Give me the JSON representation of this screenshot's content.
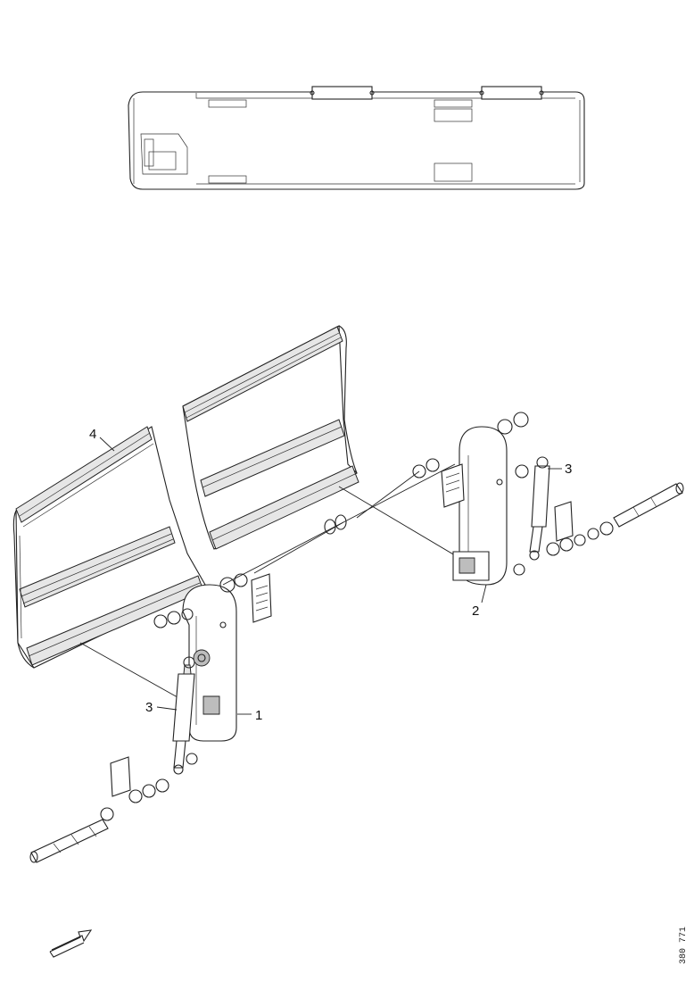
{
  "callouts": {
    "part_1": "1",
    "part_2": "2",
    "part_3_left": "3",
    "part_3_right": "3",
    "part_4": "4"
  },
  "document_number": "380 771",
  "icons": {
    "direction_arrow": "forward-arrow-icon",
    "bus_overview": "bus-top-view-icon"
  },
  "colors": {
    "line": "#222222",
    "background": "#ffffff"
  }
}
